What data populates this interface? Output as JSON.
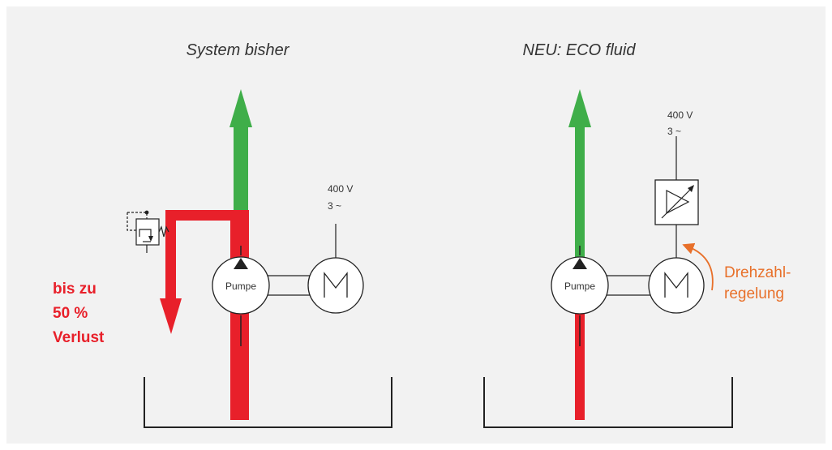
{
  "colors": {
    "background": "#f2f2f2",
    "flow_green": "#3fae49",
    "loss_red": "#e8202a",
    "regulation_orange": "#e8702a",
    "line": "#222222"
  },
  "left": {
    "title": "System bisher",
    "voltage_line1": "400 V",
    "voltage_line2": "3 ~",
    "pump_label": "Pumpe",
    "loss_line1": "bis zu",
    "loss_line2": "50 %",
    "loss_line3": "Verlust"
  },
  "right": {
    "title": "NEU: ECO fluid",
    "voltage_line1": "400 V",
    "voltage_line2": "3 ~",
    "pump_label": "Pumpe",
    "regulation_line1": "Drehzahl-",
    "regulation_line2": "regelung"
  }
}
